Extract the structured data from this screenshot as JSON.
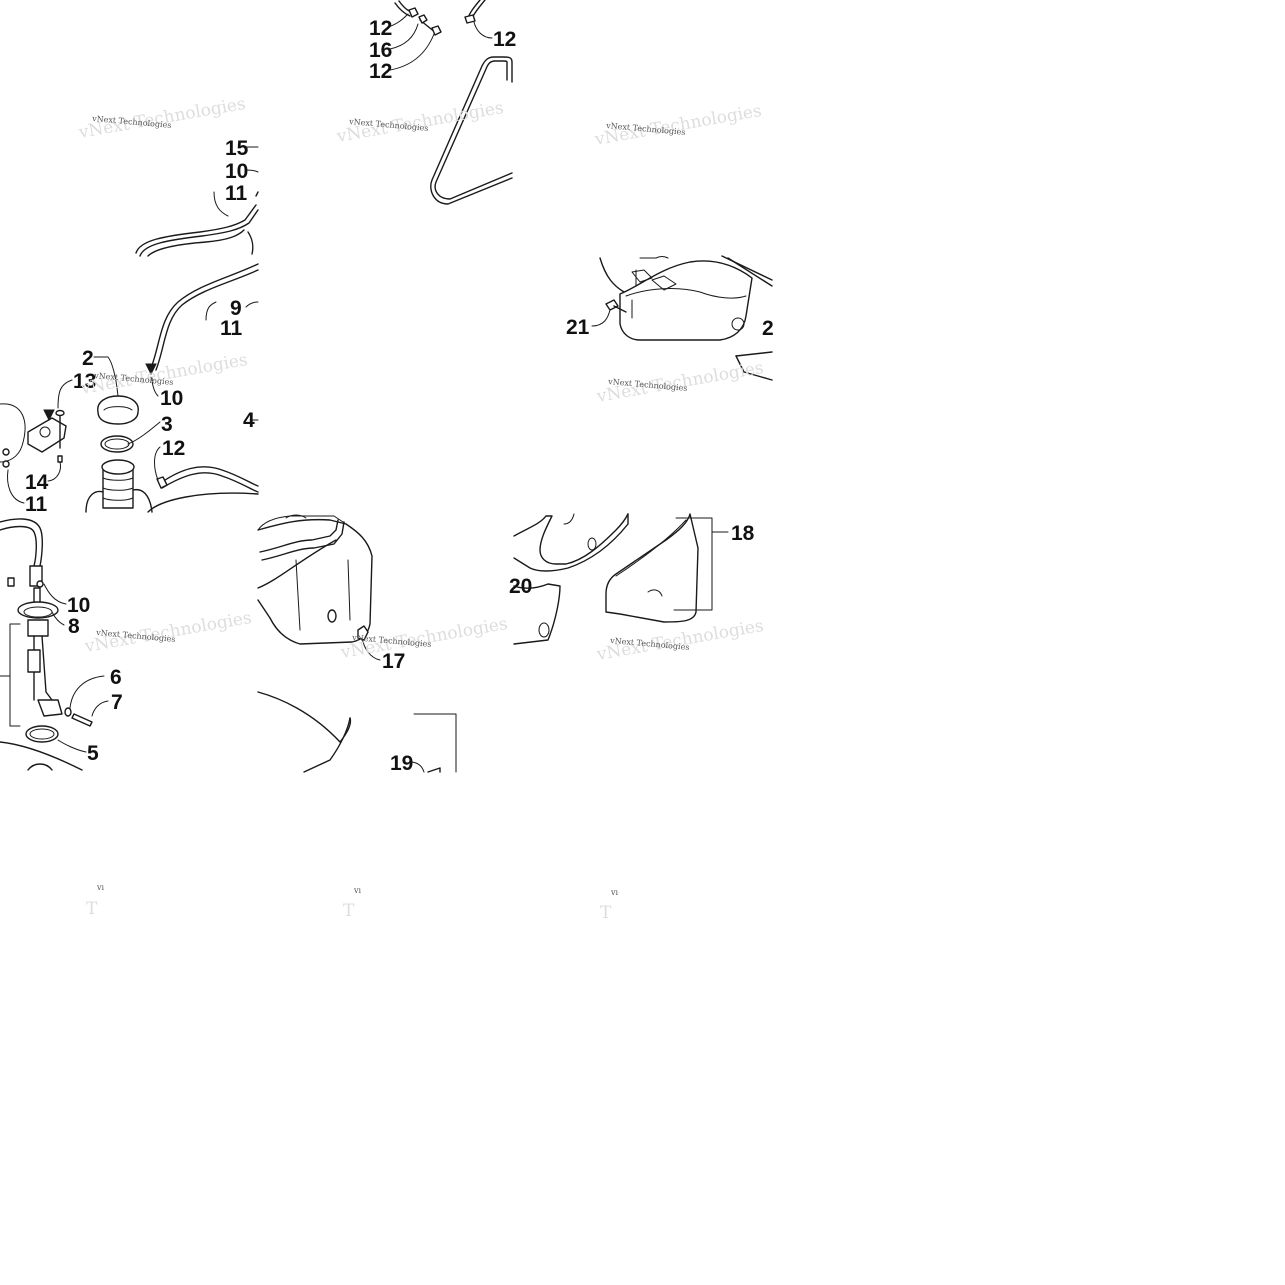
{
  "callouts": {
    "c1": "12",
    "c2": "16",
    "c3": "12",
    "c4": "12",
    "c5": "15",
    "c6": "10",
    "c7": "11",
    "c8": "9",
    "c9": "11",
    "c10": "2",
    "c11": "13",
    "c12": "10",
    "c13": "3",
    "c14": "4",
    "c15": "12",
    "c16": "14",
    "c17": "11",
    "c18": "21",
    "c19": "2",
    "c20": "10",
    "c21": "8",
    "c22": "6",
    "c23": "7",
    "c24": "5",
    "c25": "17",
    "c26": "19",
    "c27": "20",
    "c28": "18"
  },
  "watermark": {
    "text": "vNext Technologies",
    "cut_text": "vı"
  },
  "colors": {
    "ink": "#1a1a1a",
    "watermark": "#555555",
    "background": "#ffffff"
  }
}
